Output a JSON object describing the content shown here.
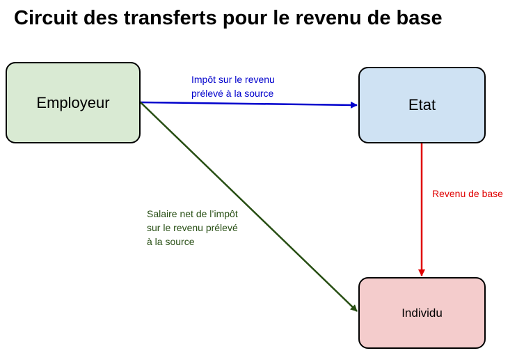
{
  "title": "Circuit des transferts pour le revenu de base",
  "nodes": {
    "employeur": {
      "label": "Employeur",
      "fill": "#d9ead3"
    },
    "etat": {
      "label": "Etat",
      "fill": "#cfe2f3"
    },
    "individu": {
      "label": "Individu",
      "fill": "#f4cccc"
    }
  },
  "edges": {
    "impot": {
      "label": "Impôt sur le revenu\nprélevé à la source",
      "color": "#0000cc"
    },
    "salaire": {
      "label": "Salaire net de l’impôt\nsur le revenu prélevé\nà la source",
      "color": "#274e13"
    },
    "revenu": {
      "label": "Revenu de base",
      "color": "#e00000"
    }
  }
}
